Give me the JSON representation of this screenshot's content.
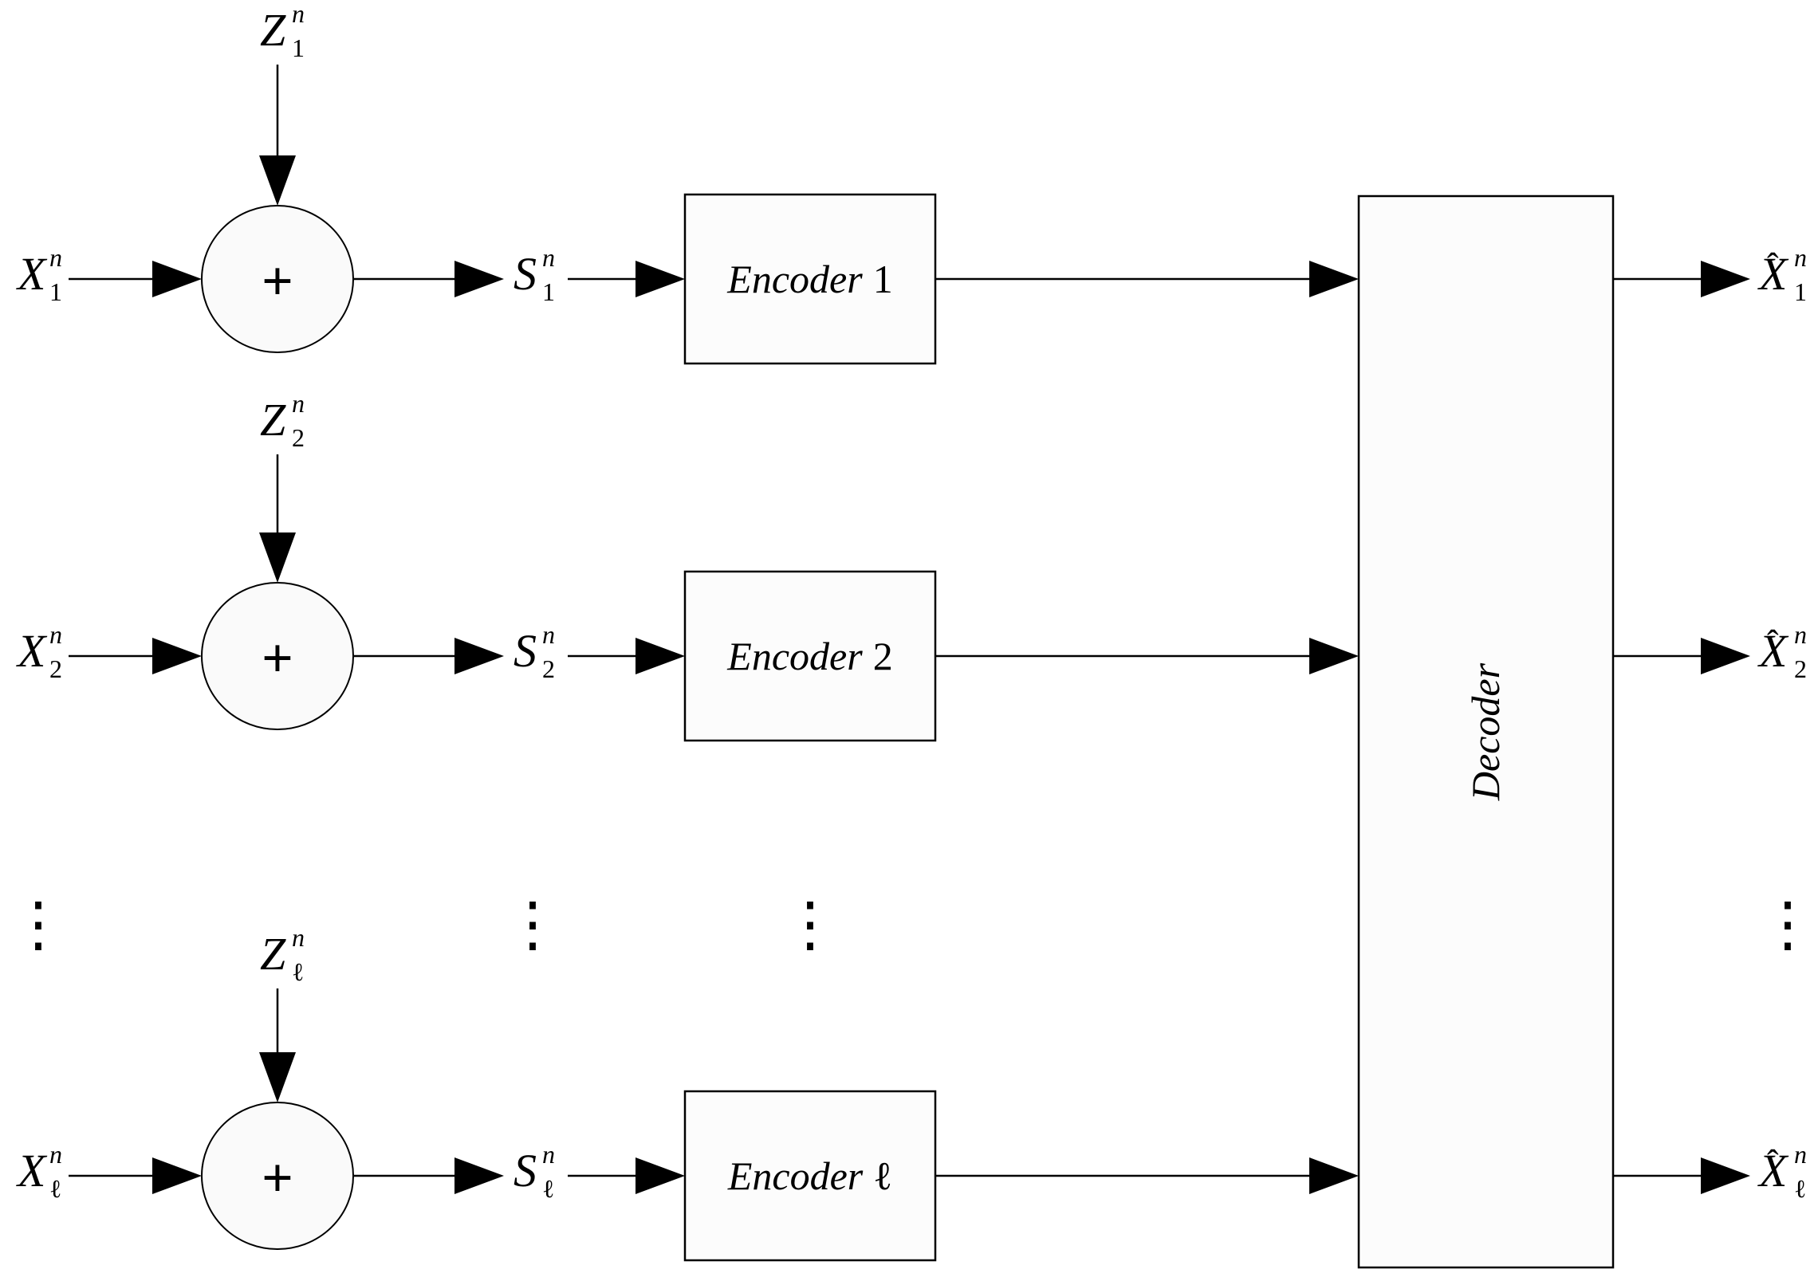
{
  "figure": {
    "description_colors": {
      "ink": "#000000",
      "node_fill": "#fafafa",
      "background": "#ffffff"
    },
    "decoder": {
      "label": "Decoder"
    },
    "ellipsis": {
      "glyph": "⋮"
    },
    "rows": [
      {
        "source": {
          "base": "X",
          "sub": "1",
          "sup": "n"
        },
        "noise": {
          "base": "Z",
          "sub": "1",
          "sup": "n"
        },
        "adder": "+",
        "signal": {
          "base": "S",
          "sub": "1",
          "sup": "n"
        },
        "encoder": {
          "word": "Encoder",
          "index": "1"
        },
        "estimate": {
          "hat": "ˆ",
          "base": "X",
          "sub": "1",
          "sup": "n"
        }
      },
      {
        "source": {
          "base": "X",
          "sub": "2",
          "sup": "n"
        },
        "noise": {
          "base": "Z",
          "sub": "2",
          "sup": "n"
        },
        "adder": "+",
        "signal": {
          "base": "S",
          "sub": "2",
          "sup": "n"
        },
        "encoder": {
          "word": "Encoder",
          "index": "2"
        },
        "estimate": {
          "hat": "ˆ",
          "base": "X",
          "sub": "2",
          "sup": "n"
        }
      },
      {
        "source": {
          "base": "X",
          "sub": "ℓ",
          "sup": "n"
        },
        "noise": {
          "base": "Z",
          "sub": "ℓ",
          "sup": "n"
        },
        "adder": "+",
        "signal": {
          "base": "S",
          "sub": "ℓ",
          "sup": "n"
        },
        "encoder": {
          "word": "Encoder",
          "index": "ℓ"
        },
        "estimate": {
          "hat": "ˆ",
          "base": "X",
          "sub": "ℓ",
          "sup": "n"
        }
      }
    ]
  }
}
